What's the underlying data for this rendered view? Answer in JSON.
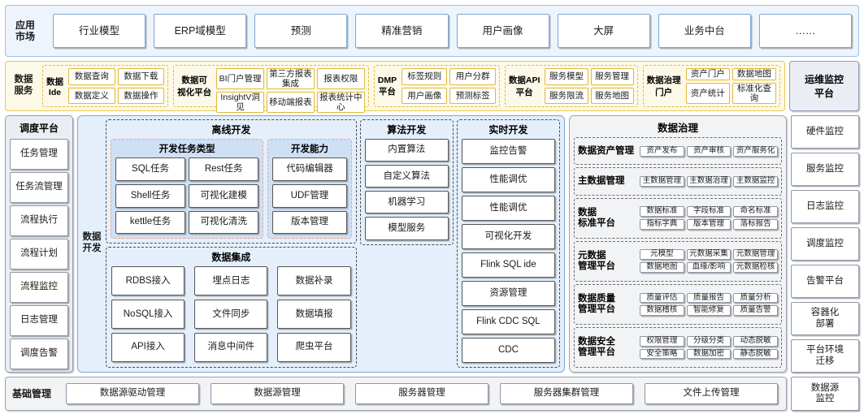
{
  "app_market": {
    "label": "应用\n市场",
    "items": [
      "行业模型",
      "ERP域模型",
      "预测",
      "精准营销",
      "用户画像",
      "大屏",
      "业务中台",
      "……"
    ]
  },
  "data_service": {
    "label": "数据\n服务",
    "groups": [
      {
        "name": "数据\nIde",
        "cols": 2,
        "items": [
          "数据查询",
          "数据下载",
          "数据定义",
          "数据操作"
        ]
      },
      {
        "name": "数据可\n视化平台",
        "cols": 3,
        "items": [
          "BI门户管理",
          "第三方报表集成",
          "报表权限",
          "InsightV洞见",
          "移动端报表",
          "报表统计中心"
        ]
      },
      {
        "name": "DMP\n平台",
        "cols": 2,
        "items": [
          "标签规则",
          "用户分群",
          "用户画像",
          "预测标签"
        ]
      },
      {
        "name": "数据API\n平台",
        "cols": 2,
        "items": [
          "服务模型",
          "服务管理",
          "服务限流",
          "服务地图"
        ]
      },
      {
        "name": "数据治理\n门户",
        "cols": 2,
        "items": [
          "资产门户",
          "数据地图",
          "资产统计",
          "标准化查询"
        ]
      }
    ]
  },
  "scheduling": {
    "title": "调度平台",
    "items": [
      "任务管理",
      "任务流管理",
      "流程执行",
      "流程计划",
      "流程监控",
      "日志管理",
      "调度告警"
    ]
  },
  "data_dev": {
    "label": "数据\n开发",
    "offline": {
      "title": "离线开发",
      "groups": [
        {
          "title": "开发任务类型",
          "cols": 2,
          "items": [
            "SQL任务",
            "Rest任务",
            "Shell任务",
            "可视化建模",
            "kettle任务",
            "可视化清洗"
          ]
        },
        {
          "title": "开发能力",
          "cols": 1,
          "items": [
            "代码编辑器",
            "UDF管理",
            "版本管理"
          ]
        }
      ]
    },
    "integration": {
      "title": "数据集成",
      "items": [
        "RDBS接入",
        "埋点日志",
        "数据补录",
        "NoSQL接入",
        "文件同步",
        "数据填报",
        "API接入",
        "消息中间件",
        "爬虫平台"
      ]
    },
    "algorithm": {
      "title": "算法开发",
      "items": [
        "内置算法",
        "自定义算法",
        "机器学习",
        "模型服务"
      ]
    },
    "realtime": {
      "title": "实时开发",
      "items": [
        "监控告警",
        "性能调优",
        "性能调优",
        "可视化开发",
        "Flink SQL ide",
        "资源管理",
        "Flink CDC SQL",
        "CDC"
      ]
    }
  },
  "governance": {
    "title": "数据治理",
    "sections": [
      {
        "name": "数据资产管理",
        "rows": 1,
        "items": [
          "资产发布",
          "资产审核",
          "资产服务化"
        ]
      },
      {
        "name": "主数据管理",
        "rows": 1,
        "items": [
          "主数据管理",
          "主数据治理",
          "主数据监控"
        ]
      },
      {
        "name": "数据\n标准平台",
        "rows": 2,
        "items": [
          "数据标准",
          "字段标准",
          "命名标准",
          "指标字典",
          "版本管理",
          "落标报告"
        ]
      },
      {
        "name": "元数据\n管理平台",
        "rows": 2,
        "items": [
          "元模型",
          "元数据采集",
          "元数据管理",
          "数据地图",
          "血缘/影响",
          "元数据检核"
        ]
      },
      {
        "name": "数据质量\n管理平台",
        "rows": 2,
        "items": [
          "质量评估",
          "质量报告",
          "质量分析",
          "数据稽核",
          "智能修复",
          "质量告警"
        ]
      },
      {
        "name": "数据安全\n管理平台",
        "rows": 2,
        "items": [
          "权限管理",
          "分级分类",
          "动态脱敏",
          "安全策略",
          "数据加密",
          "静态脱敏"
        ]
      }
    ]
  },
  "ops_rail": {
    "title": "运维监控\n平台",
    "items": [
      "硬件监控",
      "服务监控",
      "日志监控",
      "调度监控",
      "告警平台",
      "容器化\n部署",
      "平台环境\n迁移"
    ],
    "footer": "数据源\n监控"
  },
  "base": {
    "label": "基础管理",
    "items": [
      "数据源驱动管理",
      "数据源管理",
      "服务器管理",
      "服务器集群管理",
      "文件上传管理"
    ]
  },
  "colors": {
    "app_bg": "#eef4fc",
    "app_border": "#9dc1e5",
    "service_bg": "#fdf9e8",
    "service_border": "#e8c84b",
    "dev_bg": "#e4effb",
    "dev_border": "#7aa6d4",
    "dev_group_bg": "#cfe0f5",
    "orange_dash": "#f0a882",
    "grey_panel": "#f2f3f5",
    "grey_border": "#9aa3b0",
    "rail_bg": "#eaeef4"
  }
}
